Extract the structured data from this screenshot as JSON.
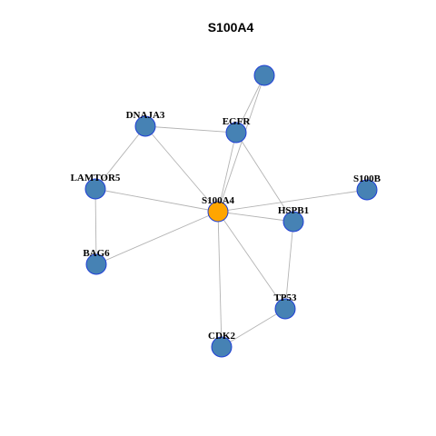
{
  "title": "S100A4",
  "colors": {
    "node_fill": "#4682b4",
    "node_stroke": "#1f3fd6",
    "center_fill": "#ffa500",
    "edge": "#b3b3b3"
  },
  "nodes": [
    {
      "id": "top",
      "label": ""
    },
    {
      "id": "DNAJA3",
      "label": "DNAJA3"
    },
    {
      "id": "EGFR",
      "label": "EGFR"
    },
    {
      "id": "LAMTOR5",
      "label": "LAMTOR5"
    },
    {
      "id": "S100A4",
      "label": "S100A4",
      "center": true
    },
    {
      "id": "S100B",
      "label": "S100B"
    },
    {
      "id": "HSPB1",
      "label": "HSPB1"
    },
    {
      "id": "BAG6",
      "label": "BAG6"
    },
    {
      "id": "TP53",
      "label": "TP53"
    },
    {
      "id": "CDK2",
      "label": "CDK2"
    }
  ],
  "edges": [
    [
      "S100A4",
      "top"
    ],
    [
      "S100A4",
      "EGFR"
    ],
    [
      "S100A4",
      "DNAJA3"
    ],
    [
      "S100A4",
      "LAMTOR5"
    ],
    [
      "S100A4",
      "S100B"
    ],
    [
      "S100A4",
      "HSPB1"
    ],
    [
      "S100A4",
      "BAG6"
    ],
    [
      "S100A4",
      "TP53"
    ],
    [
      "S100A4",
      "CDK2"
    ],
    [
      "top",
      "EGFR"
    ],
    [
      "DNAJA3",
      "EGFR"
    ],
    [
      "DNAJA3",
      "LAMTOR5"
    ],
    [
      "LAMTOR5",
      "BAG6"
    ],
    [
      "EGFR",
      "HSPB1"
    ],
    [
      "HSPB1",
      "TP53"
    ],
    [
      "TP53",
      "CDK2"
    ]
  ]
}
